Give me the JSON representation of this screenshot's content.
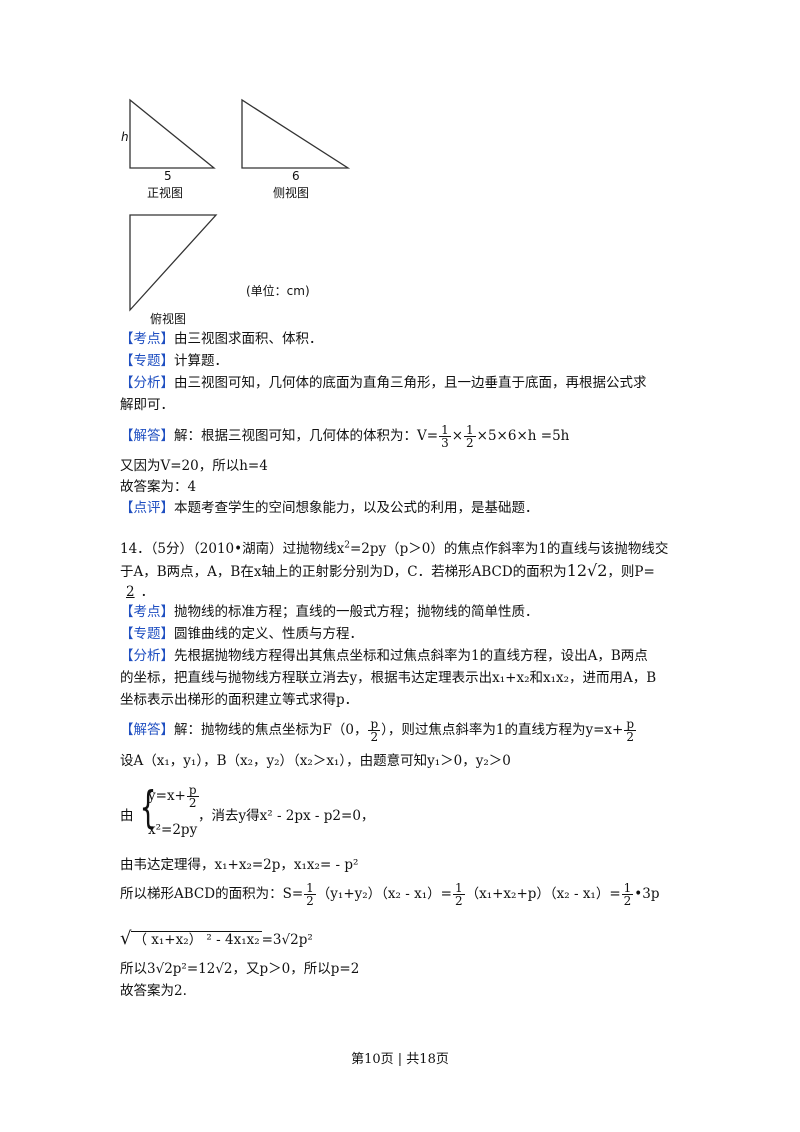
{
  "figure": {
    "front_h": "h",
    "front_base": "5",
    "front_caption": "正视图",
    "side_base": "6",
    "side_caption": "侧视图",
    "top_caption": "俯视图",
    "unit": "(单位：cm)"
  },
  "q13": {
    "kaodian_tag": "【考点】",
    "kaodian": "由三视图求面积、体积．",
    "zhuanti_tag": "【专题】",
    "zhuanti": "计算题．",
    "fenxi_tag": "【分析】",
    "fenxi_1": "由三视图可知，几何体的底面为直角三角形，且一边垂直于底面，再根据公式求",
    "fenxi_2": "解即可．",
    "jieda_tag": "【解答】",
    "jieda_pre": "解：根据三视图可知，几何体的体积为：V=",
    "f1_num": "1",
    "f1_den": "3",
    "times": "×",
    "f2_num": "1",
    "f2_den": "2",
    "jieda_post": "×5×6×h =5h",
    "line_v": "又因为V=20，所以h=4",
    "answer": "故答案为：4",
    "dianping_tag": "【点评】",
    "dianping": "本题考查学生的空间想象能力，以及公式的利用，是基础题．"
  },
  "q14": {
    "stem_1a": "14．（5分）（2010•湖南）过抛物线x",
    "stem_1sup": "2",
    "stem_1b": "=2py（p＞0）的焦点作斜率为1的直线与该抛物线交",
    "stem_2a": "于A，B两点，A，B在x轴上的正射影分别为D，C．若梯形ABCD的面积为",
    "stem_2b": "12√2",
    "stem_2c": "，则P=",
    "stem_3a": "2",
    "stem_3b": "．",
    "kaodian_tag": "【考点】",
    "kaodian": "抛物线的标准方程；直线的一般式方程；抛物线的简单性质．",
    "zhuanti_tag": "【专题】",
    "zhuanti": "圆锥曲线的定义、性质与方程．",
    "fenxi_tag": "【分析】",
    "fenxi_1": "先根据抛物线方程得出其焦点坐标和过焦点斜率为1的直线方程，设出A，B两点",
    "fenxi_2": "的坐标，把直线与抛物线方程联立消去y，根据韦达定理表示出x₁+x₂和x₁x₂，进而用A，B",
    "fenxi_3": "坐标表示出梯形的面积建立等式求得p．",
    "jieda_tag": "【解答】",
    "jieda_1a": "解：抛物线的焦点坐标为F（0，",
    "jieda_1f_num": "p",
    "jieda_1f_den": "2",
    "jieda_1b": "），则过焦点斜率为1的直线方程为y=x+",
    "jieda_1g_num": "p",
    "jieda_1g_den": "2",
    "jieda_2": "设A（x₁，y₁），B（x₂，y₂）（x₂＞x₁），由题意可知y₁＞0，y₂＞0",
    "you": "由",
    "sys_1a": "y=x+",
    "sys_1f_num": "p",
    "sys_1f_den": "2",
    "sys_2": "x²=2py",
    "sys_post": "，消去y得x² - 2px - p2=0，",
    "weida": "由韦达定理得，x₁+x₂=2p，x₁x₂= - p²",
    "area_a": "所以梯形ABCD的面积为：S=",
    "area_f1_num": "1",
    "area_f1_den": "2",
    "area_b": "（y₁+y₂）（x₂ - x₁）=",
    "area_f2_num": "1",
    "area_f2_den": "2",
    "area_c": "（x₁+x₂+p）（x₂ - x₁）=",
    "area_f3_num": "1",
    "area_f3_den": "2",
    "area_d": "•3p",
    "root_inner": "（ x₁+x₂）  ² - 4x₁x₂",
    "root_post": "=3√2p²",
    "result": "所以3√2p²=12√2，又p＞0，所以p=2",
    "answer": "故答案为2."
  },
  "footer": "第10页 | 共18页"
}
